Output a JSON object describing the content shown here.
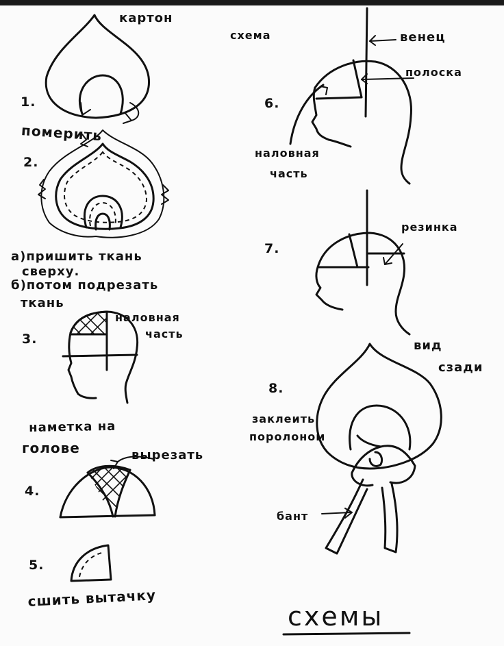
{
  "title": "схемы",
  "left": {
    "step1": {
      "number": "1.",
      "label_top": "картон",
      "label_bottom": "померить"
    },
    "step2": {
      "number": "2.",
      "line_a1": "а)пришить ткань",
      "line_a2": "сверху.",
      "line_b1": "б)потом подрезать",
      "line_b2": "ткань"
    },
    "step3": {
      "number": "3.",
      "label_line1": "наловная",
      "label_line2": "часть",
      "caption_line1": "наметка на",
      "caption_line2": "голове"
    },
    "step4": {
      "number": "4.",
      "label": "вырезать"
    },
    "step5": {
      "number": "5.",
      "caption": "сшить вытачку"
    }
  },
  "right": {
    "header": "схема",
    "step6": {
      "number": "6.",
      "label_crown": "венец",
      "label_strip": "полоска",
      "label_front_line1": "наловная",
      "label_front_line2": "часть"
    },
    "step7": {
      "number": "7.",
      "label_elastic": "резинка",
      "label_view_line1": "вид",
      "label_view_line2": "сзади"
    },
    "step8": {
      "number": "8.",
      "label_glue_line1": "заклеить",
      "label_glue_line2": "поролоном",
      "label_bow": "бант"
    }
  }
}
